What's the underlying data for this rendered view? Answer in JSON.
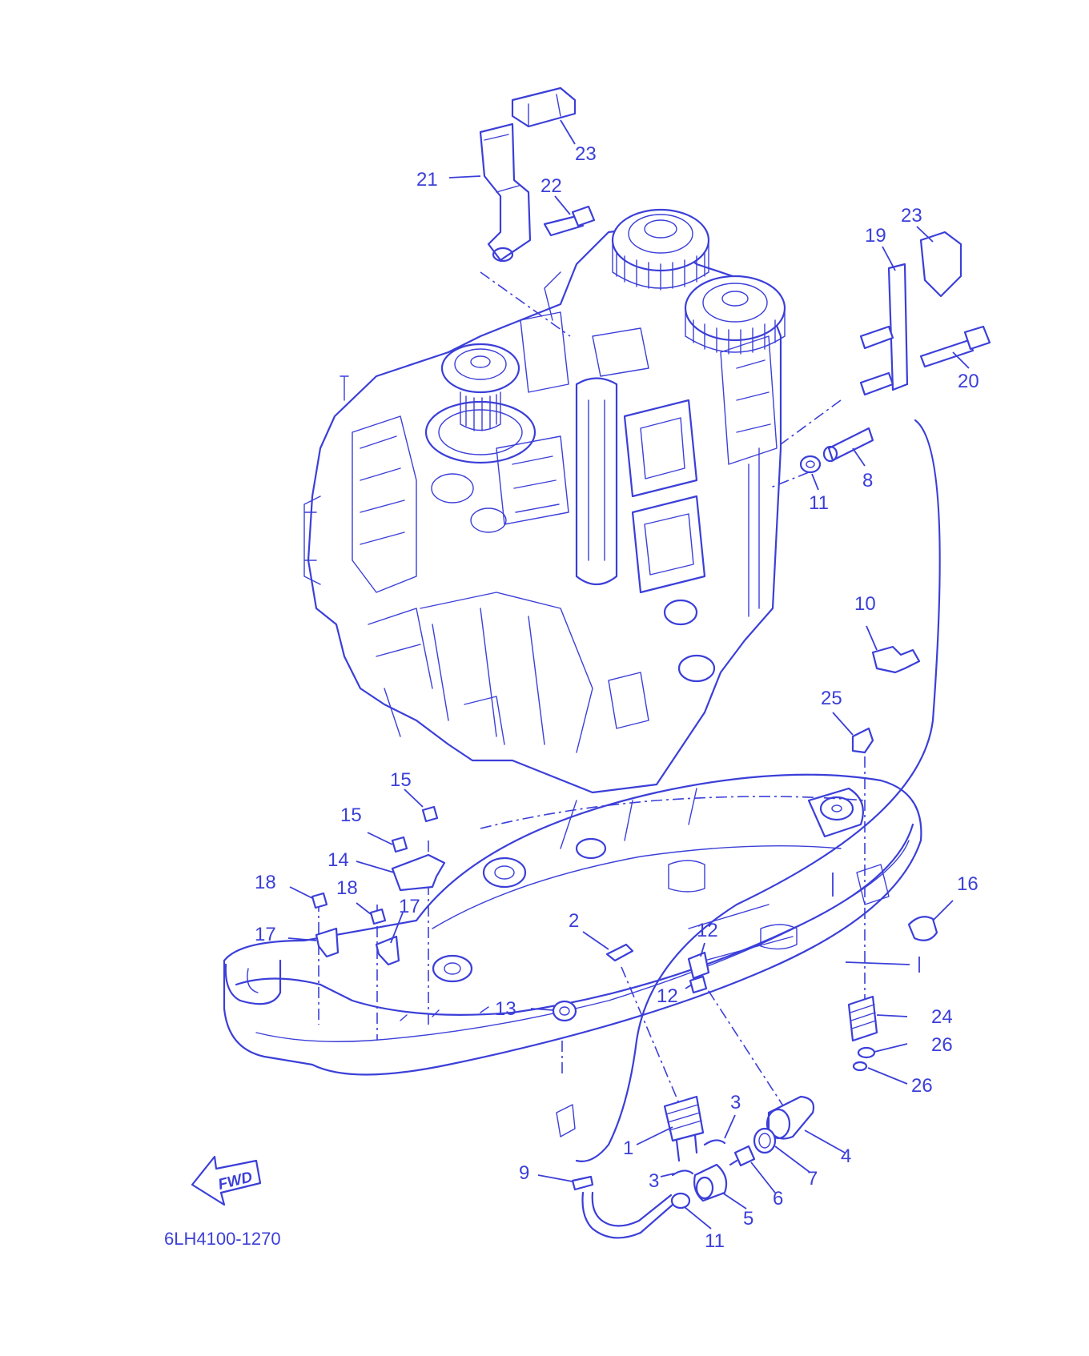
{
  "diagram_code": "6LH4100-1270",
  "fwd_label": "FWD",
  "accent_color": "#3b3fd8",
  "callouts": [
    {
      "id": "c23a",
      "label": "23"
    },
    {
      "id": "c21",
      "label": "21"
    },
    {
      "id": "c22",
      "label": "22"
    },
    {
      "id": "c23b",
      "label": "23"
    },
    {
      "id": "c19",
      "label": "19"
    },
    {
      "id": "c20",
      "label": "20"
    },
    {
      "id": "c8",
      "label": "8"
    },
    {
      "id": "c11a",
      "label": "11"
    },
    {
      "id": "c10",
      "label": "10"
    },
    {
      "id": "c25",
      "label": "25"
    },
    {
      "id": "c15a",
      "label": "15"
    },
    {
      "id": "c15b",
      "label": "15"
    },
    {
      "id": "c14",
      "label": "14"
    },
    {
      "id": "c18a",
      "label": "18"
    },
    {
      "id": "c18b",
      "label": "18"
    },
    {
      "id": "c17a",
      "label": "17"
    },
    {
      "id": "c17b",
      "label": "17"
    },
    {
      "id": "c16",
      "label": "16"
    },
    {
      "id": "c2",
      "label": "2"
    },
    {
      "id": "c12a",
      "label": "12"
    },
    {
      "id": "c12b",
      "label": "12"
    },
    {
      "id": "c13",
      "label": "13"
    },
    {
      "id": "c24",
      "label": "24"
    },
    {
      "id": "c26a",
      "label": "26"
    },
    {
      "id": "c26b",
      "label": "26"
    },
    {
      "id": "c3a",
      "label": "3"
    },
    {
      "id": "c1",
      "label": "1"
    },
    {
      "id": "c3b",
      "label": "3"
    },
    {
      "id": "c4",
      "label": "4"
    },
    {
      "id": "c7",
      "label": "7"
    },
    {
      "id": "c6",
      "label": "6"
    },
    {
      "id": "c9",
      "label": "9"
    },
    {
      "id": "c5",
      "label": "5"
    },
    {
      "id": "c11b",
      "label": "11"
    }
  ]
}
